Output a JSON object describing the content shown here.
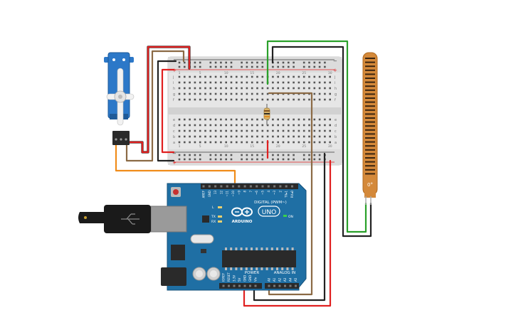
{
  "breadboard": {
    "row_letters_top": [
      "j",
      "i",
      "h",
      "g",
      "f"
    ],
    "row_letters_bottom": [
      "e",
      "d",
      "c",
      "b",
      "a"
    ],
    "column_numbers": [
      "1",
      "5",
      "10",
      "15",
      "20",
      "25",
      "30"
    ],
    "rail_minus": "−",
    "rail_plus": "+"
  },
  "arduino": {
    "brand": "ARDUINO",
    "model": "UNO",
    "digital_header": "DIGITAL (PWM~)",
    "power_header": "POWER",
    "analog_header": "ANALOG IN",
    "on_label": "ON",
    "led_labels": [
      "L",
      "TX",
      "RX"
    ],
    "digital_pins": [
      "AREF",
      "GND",
      "13",
      "12",
      "~11",
      "~10",
      "~9",
      "8",
      "7",
      "~6",
      "~5",
      "4",
      "~3",
      "2",
      "TX▸1",
      "RX◂0"
    ],
    "power_pins": [
      "IOREF",
      "RESET",
      "3.3V",
      "5V",
      "GND",
      "GND",
      "Vin"
    ],
    "analog_pins": [
      "A0",
      "A1",
      "A2",
      "A3",
      "A4",
      "A5"
    ],
    "colors": {
      "board": "#1f6fa4",
      "header": "#2a2a2a",
      "usb": "#9a9a9a"
    }
  },
  "flex_sensor": {
    "label": "0°",
    "color": "#d4893a"
  },
  "servo": {
    "color": "#2c78c8"
  },
  "wire_colors": {
    "red": "#e02020",
    "black": "#222222",
    "orange": "#f08c1a",
    "brown": "#8b6a45",
    "green": "#2aa02a"
  }
}
